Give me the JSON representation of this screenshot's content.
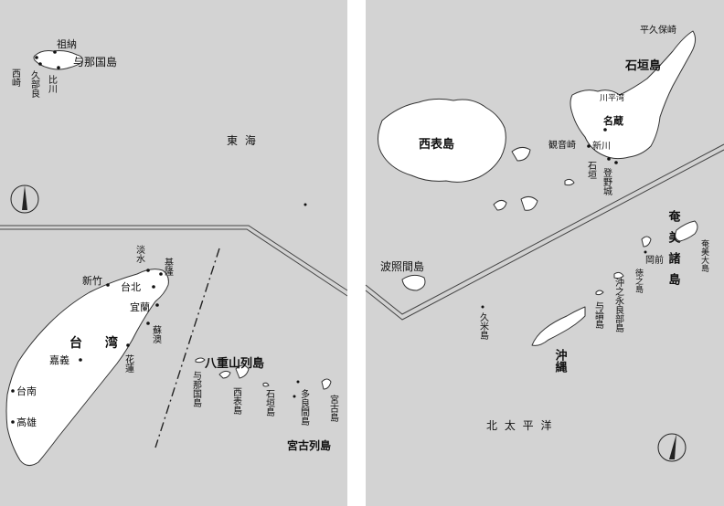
{
  "left_panel": {
    "top_map": {
      "island_name": "与那国島",
      "places": {
        "sonai": "祖納",
        "nishizaki": "西崎",
        "kubura": "久部良",
        "higawa": "比川"
      },
      "sea": "東 海"
    },
    "taiwan_map": {
      "island_name": "台 湾",
      "cities": {
        "tamsui": "淡水",
        "keelung": "基隆",
        "hsinchu": "新竹",
        "taipei": "台北",
        "yilan": "宜蘭",
        "suao": "蘇澳",
        "chiayi": "嘉義",
        "hualien": "花蓮",
        "tainan": "台南",
        "kaohsiung": "高雄"
      },
      "yaeyama": "八重山列島",
      "yonaguni": "与那国島",
      "iriomote": "西表島",
      "ishigaki": "石垣島",
      "tarama": "多良間島",
      "miyako": "宮古島",
      "miyako_group": "宮古列島"
    }
  },
  "right_panel": {
    "ishigaki_map": {
      "hirakubo": "平久保崎",
      "ishigaki_island": "石垣島",
      "kawahira": "川平湾",
      "iriomote": "西表島",
      "nagura": "名蔵",
      "kannonzaki": "観音崎",
      "arakawa": "新川",
      "ishigaki": "石垣",
      "banna": "登野城",
      "hateruma": "波照間島"
    },
    "okinawa_map": {
      "amami_islands": "奄美諸島",
      "amami_oshima": "奄美大島",
      "okinoerabu": "沖之永良部島",
      "tokunoshima": "徳之島",
      "kamezaki": "岡前",
      "yoron": "与論島",
      "kume": "久米島",
      "okinawa": "沖縄",
      "pacific": "北 太 平 洋"
    }
  },
  "colors": {
    "map_background": "#d3d3d3",
    "land": "#ffffff",
    "outline": "#333333"
  }
}
